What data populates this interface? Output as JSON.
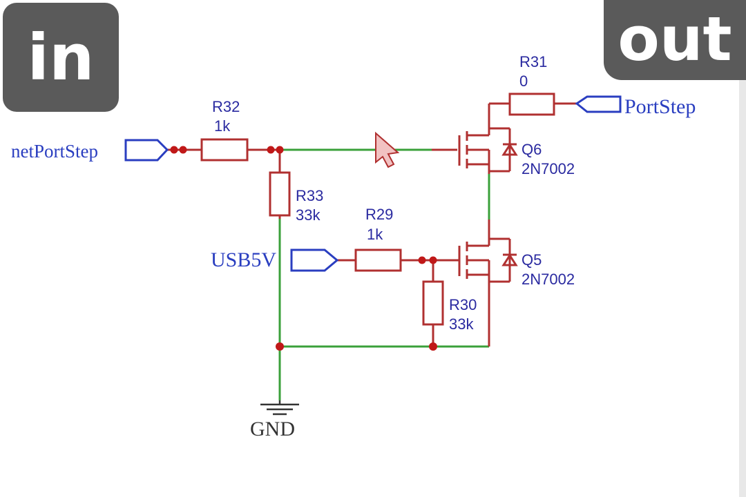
{
  "badges": {
    "in": "in",
    "out": "out"
  },
  "ports": {
    "input": "netPortStep",
    "output": "PortStep",
    "usb": "USB5V",
    "ground": "GND"
  },
  "resistors": {
    "r32": {
      "ref": "R32",
      "value": "1k"
    },
    "r33": {
      "ref": "R33",
      "value": "33k"
    },
    "r29": {
      "ref": "R29",
      "value": "1k"
    },
    "r30": {
      "ref": "R30",
      "value": "33k"
    },
    "r31": {
      "ref": "R31",
      "value": "0"
    }
  },
  "transistors": {
    "q6": {
      "ref": "Q6",
      "part": "2N7002"
    },
    "q5": {
      "ref": "Q5",
      "part": "2N7002"
    }
  },
  "colors": {
    "wire": "#3aa03a",
    "component": "#b03030",
    "port": "#2a3ec0",
    "junction": "#c01818",
    "badge": "#5a5a5a"
  }
}
